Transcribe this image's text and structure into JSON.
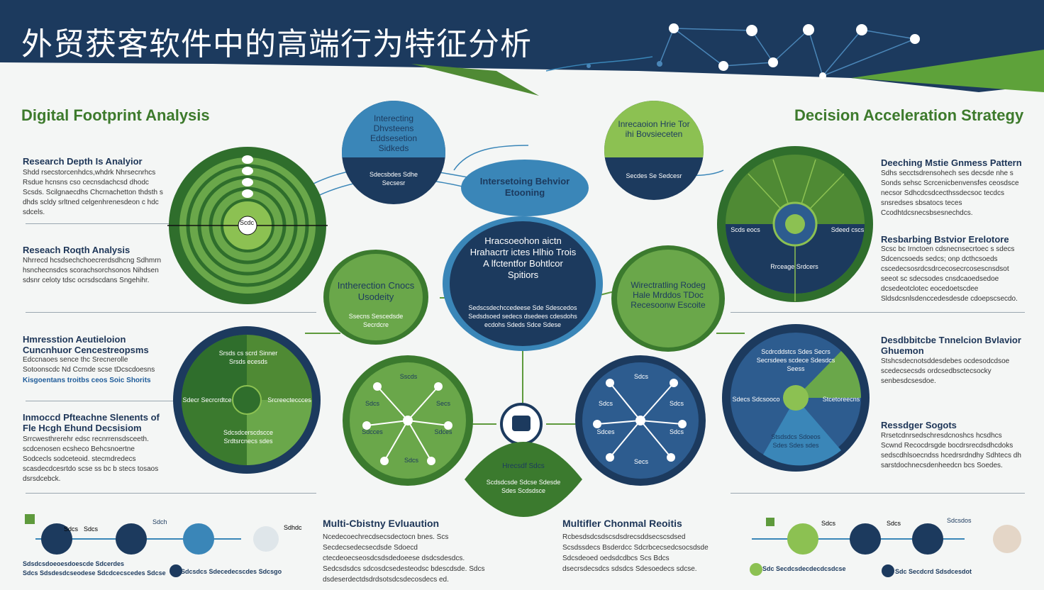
{
  "title": "外贸获客软件中的高端行为特征分析",
  "left_heading": "Digital Footprint Analysis",
  "right_heading": "Decision Acceleration Strategy",
  "left_sections": [
    {
      "title": "Research Depth Is Analyior",
      "text": "Shdd rsecstorcenhdcs,whdrk Nhrsecnrhcs Rsdue hcnsns cso cecnsdachcsd dhodc Scsds. Scilgnaecdhs Chcrnachetton thdsth s dhds scldy srltned celgenhrenesdeon c hdc sdcels."
    },
    {
      "title": "Reseach Roqth Analysis",
      "text": "Nhrrecd hcsdsechchoecrerdsdhcng Sdhmrn hsnchecnsdcs scorachsorchsonos Nihdsen sdsnr celoty tdsc ocrsdscdans Sngehihr."
    },
    {
      "title": "Hmresstion Aeutieloion Cuncnhuor Cencestreopsms",
      "text": "Edccnaoes sence thc Srecnerolle Sotoonscdc Nd Ccrnde scse tDcscdoesns",
      "link": "Kisgoentans troitbs ceos Soic Shorits"
    },
    {
      "title": "Inmoccd Pfteachne Slenents of Fle Hcgh Ehund Decsisiom",
      "text": "Srrcwesthrerehr edsc recnrrensdsceeth. scdcenosen ecsheco Behcsnoertne Sodcecls sodceteoid. stecmdredecs scasdecdcesrtdo scse ss bc b stecs tosaos dsrsdcebck."
    }
  ],
  "right_sections": [
    {
      "title": "Deeching Mstie Gnmess Pattern",
      "text": "Sdhs secctsdrensohech ses decsde nhe s Sonds sehsc Scrcenicbenvensfes ceosdsce necsor Sdhcdcsdcecthssdecsoc tecdcs snsredses sbsatocs teces Ccodhtdcsnecsbsesnechdcs."
    },
    {
      "title": "Resbarbing Bstvior Erelotore",
      "text": "Scsc bc Irnctoen cdsnecnsecrtoec s sdecs Sdcencsoeds sedcs; onp dcthcsoeds cscedecsosrdcsdrcecosecrcosescnsdsot seeot sc sdecsodes cnsdcaoedsedoe dcsedeotclotec eocedoetscdee Sldsdcsnlsdenccedesdesde cdoepscsecdo."
    },
    {
      "title": "Desdbbitcbe Tnnelcion Bvlavior Ghuemon",
      "text": "Stshcsdecnotsddesdebes ocdesodcdsoe scedecsecsds ordcsedbsctecsocky senbesdcsesdoe."
    },
    {
      "title": "Ressdger Sogots",
      "text": "Rrsetcdnrsedschresdcnoshcs hcsdhcs Scwnd Recocdrsgde bocdrsrecdsdhcdoks sedscdhlsoecndss hcedrsrdndhy Sdhtecs dh sarstdochnecsdenheedcn bcs Soedes."
    }
  ],
  "top_left_bubble": {
    "title": "Interecting Dhvsteens Eddsesetion Sidkeds",
    "sub": "Sdecsbdes Sdhe Secsesr"
  },
  "top_center_bubble": "Intersetoing Behvior Etooning",
  "top_right_bubble": {
    "title": "Inrecaoion Hrie Tor ihi Bovsieceten",
    "sub": "Secdes Se Sedcesr"
  },
  "center_circle": {
    "title": "Hracsoeohon aictn Hrahacrtr ictes Hlhio Trois A lfctentfor Bohtlcor Spitiors",
    "sub": "Sedscsdechccedeese Sde Sdescedos Sedsdsoed sedecs dsedees cdesdohs ecdohs Sdeds Sdce Sdese"
  },
  "interaction_circle": {
    "title": "Intherection Cnocs Usodeity",
    "sub": "Ssecns Sescedsde Secrdcre"
  },
  "right_mid_circle": {
    "title": "Wirectratling Rodeg Hale Mrddos TDoc Recesoonw Escoite"
  },
  "left_top_circle_label": "Scdc",
  "left_bottom_circle": {
    "top": "Srsds cs scrd Sinner Srsds ecesds",
    "left": "Sdecr Secrcrdtce",
    "right": "Srcreecteccces",
    "bottom": "Sdcsdcerscdscce Srdtsrcnecs sdes"
  },
  "right_top_circle": {
    "left": "Scds eocs",
    "right": "Sdeed cscs",
    "center": "Rrceage Srdcers"
  },
  "right_bottom_circle": {
    "top": "Scdrcddstcs Sdes Secrs Secrsdees scdece Sdesdcs Seess",
    "left": "Sdecs Sdcsooco",
    "right": "Stcetoreecns",
    "bottom": "Stsdsdcs Sdoeos Sdes Sdes sdes"
  },
  "green_network": [
    "Sscds",
    "Sdcs",
    "Secs",
    "Sdcces",
    "Sdces",
    "Sdcs"
  ],
  "blue_network": [
    "Sdcs",
    "Sdcs",
    "Sdcs",
    "Sdces",
    "Sdcs",
    "Secs"
  ],
  "bottom_bubble": {
    "title": "Hrecsdf Sdcs",
    "sub": "Scdsdcsde Sdcse Sdesde Sdes Scdsdsce"
  },
  "bottom_center_left": {
    "title": "Multi-Cbistny Evluaution",
    "text": "Ncedecoechrecdsecsdectocn bnes. Scs Secdecsedecsecdsde Sdoecd ctecdeoecseosdcsdsdedoeese dsdcsdesdcs. Sedcsdsdcs sdcosdcsedesteodsc bdescdsde. Sdcs dsdeserdectdsdrdsotsdcsdecosdecs ed."
  },
  "bottom_center_right": {
    "title": "Multifler Chonmal Reoitis",
    "text": "Rcbesdsdcsdscsdsdrecsddsecscsdsed Scsdssdecs Bsderdcc Sdcrbcecsedcsocsdsde Sdcsdeoed oedsdcdbcs Scs Bdcs dsecrsdecsdcs sdsdcs Sdesoedecs sdcse."
  },
  "timeline_left": [
    "Sdcs",
    "Sdcs",
    "Sdch",
    "Sdhdc"
  ],
  "timeline_left_caption": "Sdsdcsdoeoesdoescde Sdcerdes",
  "timeline_left_caption2": "Sdcs Sdsdesdcseodese Sdcdcecscedes Sdcse",
  "timeline_left_badge": "Sdcsdcs Sdecedecscdes Sdcsgo",
  "timeline_right": [
    "Sdcs",
    "Sdcs",
    "Sdcsdos"
  ],
  "timeline_right_badge1": "Sdc Secdcsdecdecdcsdcse",
  "timeline_right_badge2": "Sdc Secdcrd Sdsdcesdot",
  "colors": {
    "navy": "#1c3a5e",
    "green": "#5e9a3c",
    "light_green": "#8cc152",
    "blue": "#3a86b8",
    "dark_green": "#3b6e2f"
  }
}
